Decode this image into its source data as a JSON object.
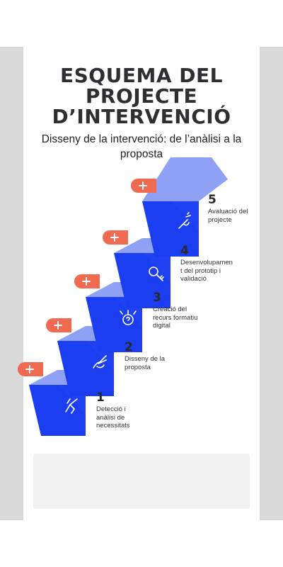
{
  "header": {
    "title_lines": [
      "ESQUEMA DEL",
      "PROJECTE",
      "D’INTERVENCIÓ"
    ],
    "subtitle_lines": [
      "Disseny de la intervenció: de l’anàlisi a la",
      "proposta"
    ]
  },
  "colors": {
    "step_top": "#8ea1f5",
    "step_top_dark": "#7389ee",
    "step_front": "#1b3ff0",
    "plus_badge": "#f06a52",
    "title": "#2f2f33",
    "side_band": "#d9d9d9"
  },
  "steps": [
    {
      "number": "1",
      "lines": [
        "Detecció i",
        "anàlisi de",
        "necessitats"
      ],
      "icon": "hand-point-icon"
    },
    {
      "number": "2",
      "lines": [
        "Disseny de la",
        "proposta"
      ],
      "icon": "hand-peace-icon"
    },
    {
      "number": "3",
      "lines": [
        "Creació del",
        "recurs formatiu",
        "digital"
      ],
      "icon": "question-arrows-icon"
    },
    {
      "number": "4",
      "lines": [
        "Desenvolupamen",
        "t del prototip i",
        "validació"
      ],
      "icon": "key-icon"
    },
    {
      "number": "5",
      "lines": [
        "Avaluació del",
        "projecte"
      ],
      "icon": "hand-spray-icon"
    }
  ]
}
